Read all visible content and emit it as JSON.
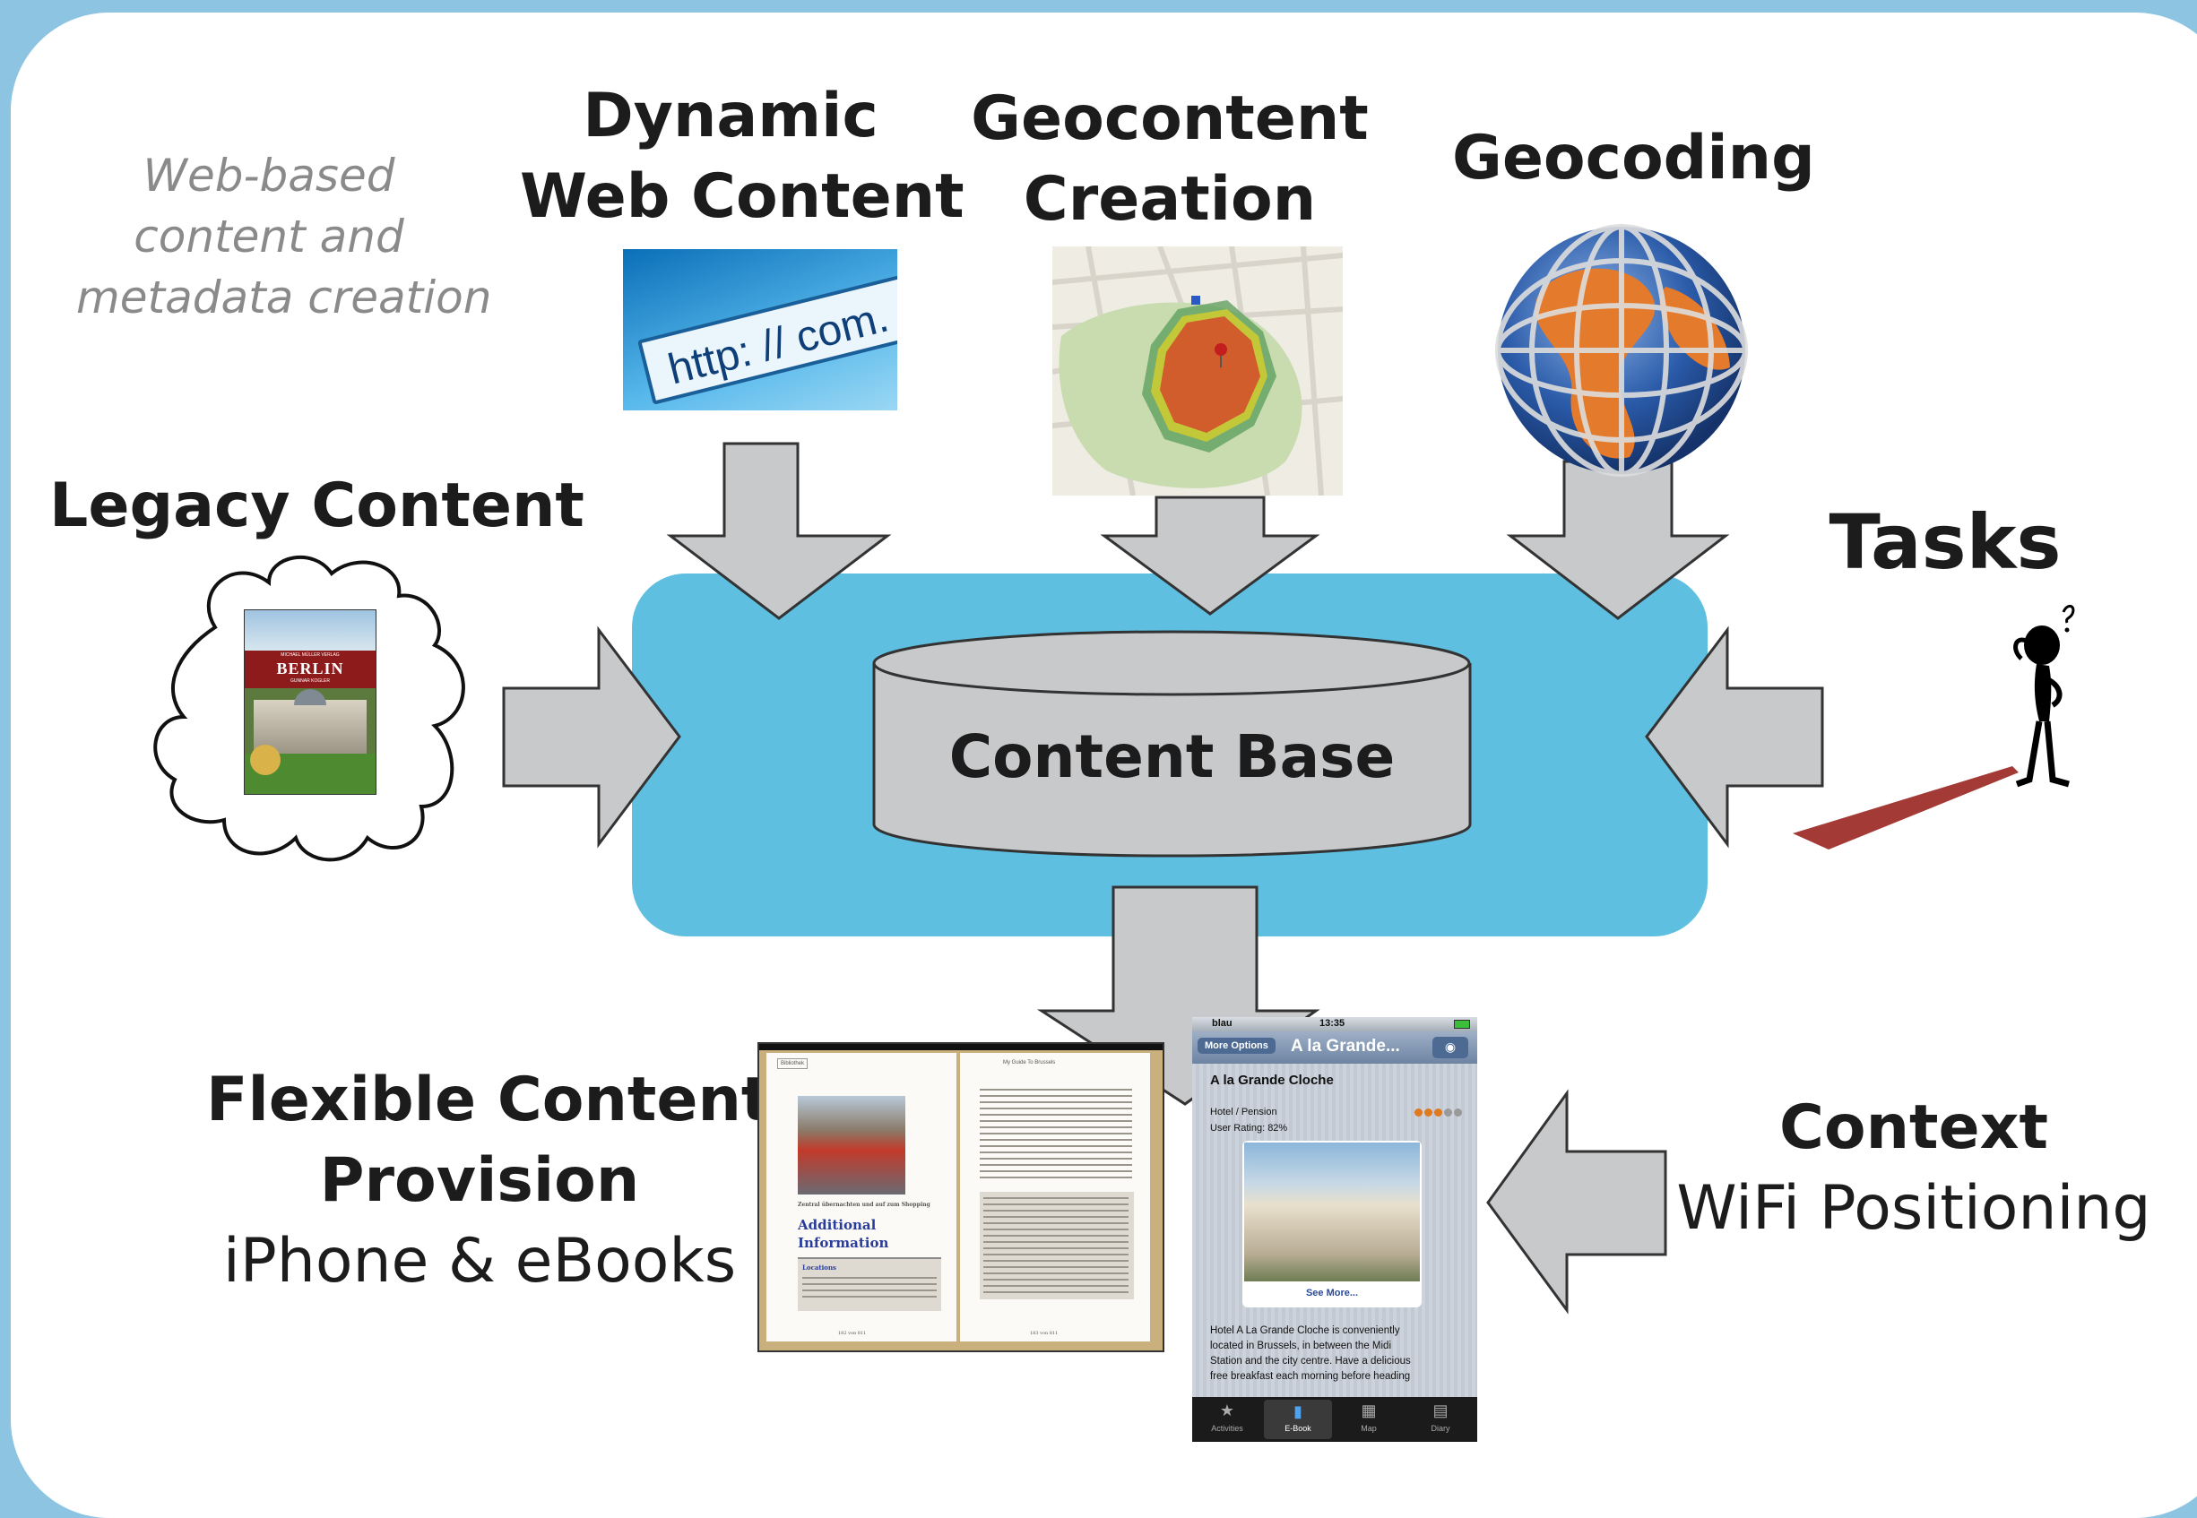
{
  "labels": {
    "web_based": [
      "Web-based",
      "content and",
      "metadata creation"
    ],
    "dynamic": [
      "Dynamic",
      "Web Content"
    ],
    "geocontent": [
      "Geocontent",
      "Creation"
    ],
    "geocoding": "Geocoding",
    "legacy": "Legacy Content",
    "tasks": "Tasks",
    "content_base": "Content Base",
    "flexible": [
      "Flexible Content",
      "Provision"
    ],
    "flexible_sub": "iPhone & eBooks",
    "context": "Context",
    "context_sub": "WiFi Positioning"
  },
  "url_image": {
    "text": "http: // com."
  },
  "book_cover": {
    "publisher": "MICHAEL MÜLLER VERLAG",
    "title": "BERLIN",
    "author": "GUNNAR KOGLER"
  },
  "ebook": {
    "toolbar_left": "Bibliothek",
    "toolbar_right": "My Guide To Brussels",
    "section_caption": "Zentral übernachten und auf zum Shopping",
    "heading": [
      "Additional",
      "Information"
    ],
    "subheading": "Locations",
    "footer_left": "182 von 811",
    "footer_right": "183 von 811"
  },
  "iphone": {
    "carrier": "blau",
    "time": "13:35",
    "back_button": "More Options",
    "nav_title": "A la Grande...",
    "place_name": "A la Grande Cloche",
    "category": "Hotel / Pension",
    "rating": "User Rating: 82%",
    "see_more": "See More...",
    "description": [
      "Hotel A La Grande Cloche is conveniently",
      "located in Brussels, in between the Midi",
      "Station and the city centre. Have a delicious",
      "free breakfast each morning before heading"
    ],
    "tabs": [
      "Activities",
      "E-Book",
      "Map",
      "Diary"
    ]
  },
  "colors": {
    "background": "#8cc4e2",
    "content_base_area": "#5fbfe0",
    "arrow_fill": "#c8c9cb",
    "tasks_path": "#a33a36"
  }
}
